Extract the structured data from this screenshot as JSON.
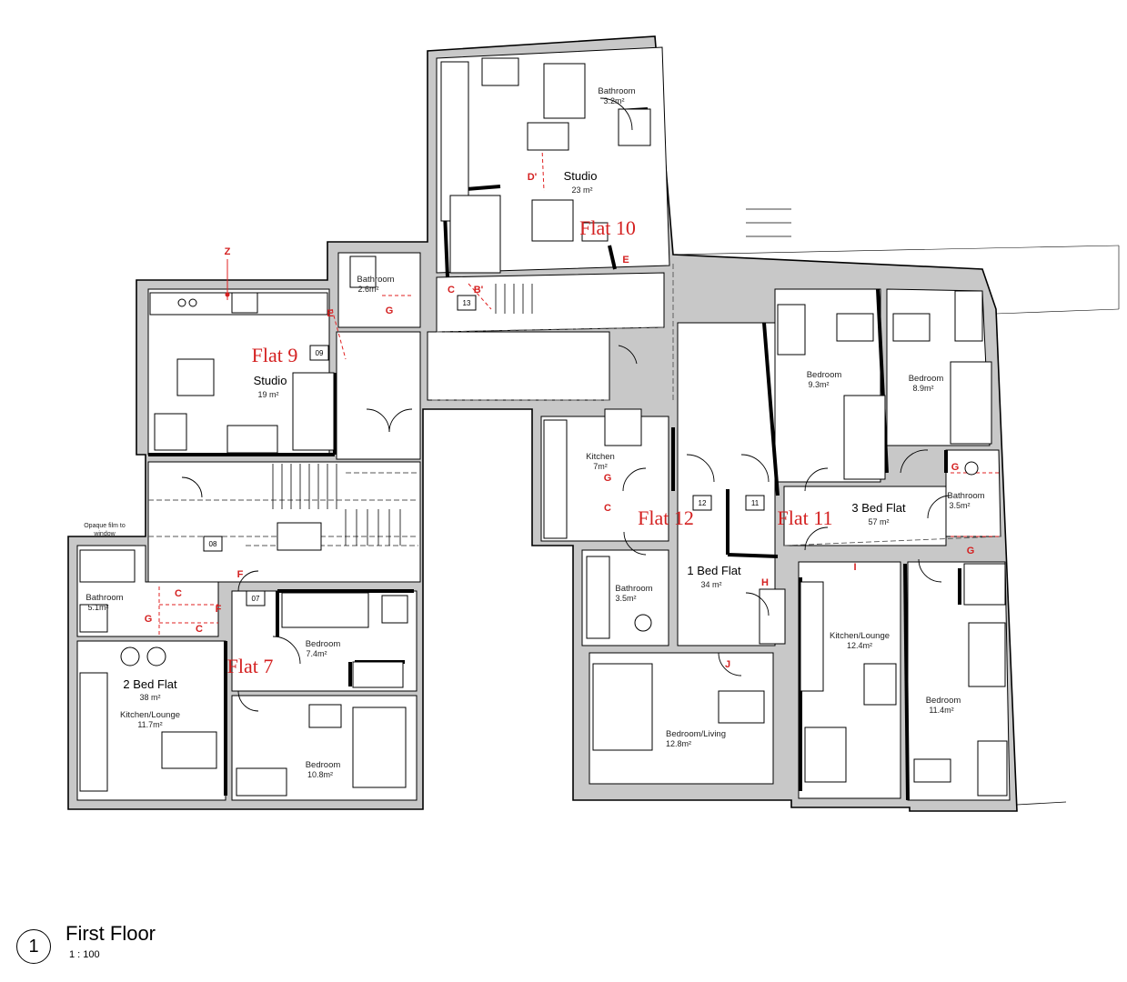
{
  "drawing": {
    "view_number": "1",
    "title": "First Floor",
    "scale": "1 : 100"
  },
  "flats": [
    {
      "id": "flat7",
      "name": "Flat 7",
      "type": "2 Bed Flat",
      "area": "38 m²",
      "unit_number": "07"
    },
    {
      "id": "flat9",
      "name": "Flat 9",
      "type": "Studio",
      "area": "19 m²",
      "unit_number": "09"
    },
    {
      "id": "flat10",
      "name": "Flat 10",
      "type": "Studio",
      "area": "23 m²",
      "unit_number": "13"
    },
    {
      "id": "flat11",
      "name": "Flat 11",
      "type": "3 Bed Flat",
      "area": "57 m²",
      "unit_number": "11"
    },
    {
      "id": "flat12",
      "name": "Flat 12",
      "type": "1 Bed Flat",
      "area": "34 m²",
      "unit_number": "12"
    }
  ],
  "stair_number": "08",
  "rooms": {
    "f7_bath": {
      "label": "Bathroom",
      "area": "5.1m²"
    },
    "f7_kitchen": {
      "label": "Kitchen/Lounge",
      "area": "11.7m²"
    },
    "f7_bed1": {
      "label": "Bedroom",
      "area": "7.4m²"
    },
    "f7_bed2": {
      "label": "Bedroom",
      "area": "10.8m²"
    },
    "f9_bath": {
      "label": "Bathroom",
      "area": "2.6m²"
    },
    "f10_bath": {
      "label": "Bathroom",
      "area": "3.2m²"
    },
    "f12_kitchen": {
      "label": "Kitchen",
      "area": "7m²"
    },
    "f12_bath": {
      "label": "Bathroom",
      "area": "3.5m²"
    },
    "f12_bedliving": {
      "label": "Bedroom/Living",
      "area": "12.8m²"
    },
    "f11_bed1": {
      "label": "Bedroom",
      "area": "9.3m²"
    },
    "f11_bed2": {
      "label": "Bedroom",
      "area": "8.9m²"
    },
    "f11_bath": {
      "label": "Bathroom",
      "area": "3.5m²"
    },
    "f11_kitchen": {
      "label": "Kitchen/Lounge",
      "area": "12.4m²"
    },
    "f11_bed3": {
      "label": "Bedroom",
      "area": "11.4m²"
    }
  },
  "markers": [
    "Z",
    "E",
    "G",
    "C",
    "B'",
    "D'",
    "E",
    "F",
    "C",
    "F",
    "G",
    "C",
    "G",
    "C",
    "H",
    "J",
    "I",
    "G",
    "G"
  ],
  "note": {
    "line1": "Opaque film to",
    "line2": "window"
  }
}
